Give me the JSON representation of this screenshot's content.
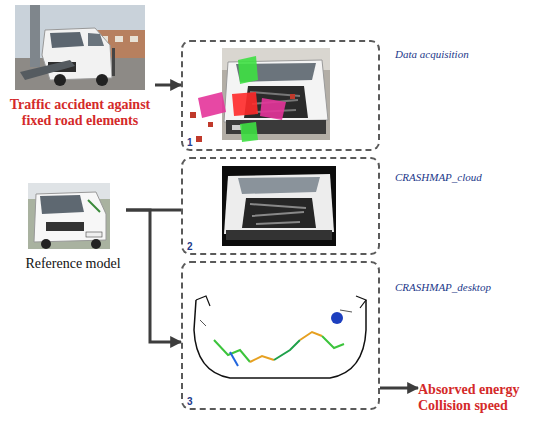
{
  "diagram": {
    "nodes": [
      {
        "text": [
          "Traffic accident against fixed road elements"
        ]
      },
      {
        "text": [
          "Data acquisition",
          "1"
        ]
      },
      {
        "text": [
          "Reference model"
        ]
      },
      {
        "text": [
          "CRASHMAP_cloud",
          "2"
        ]
      },
      {
        "text": [
          "CRASHMAP_desktop",
          "3"
        ]
      },
      {
        "text": [
          "Absorved energy Collision speed"
        ]
      }
    ],
    "edges": [
      {
        "from": 0,
        "to": 1,
        "arrow": "to"
      },
      {
        "from": 2,
        "to": 3,
        "arrow": "none"
      },
      {
        "from": 2,
        "to": 4,
        "arrow": "to"
      },
      {
        "from": 4,
        "to": 5,
        "arrow": "to"
      }
    ]
  }
}
